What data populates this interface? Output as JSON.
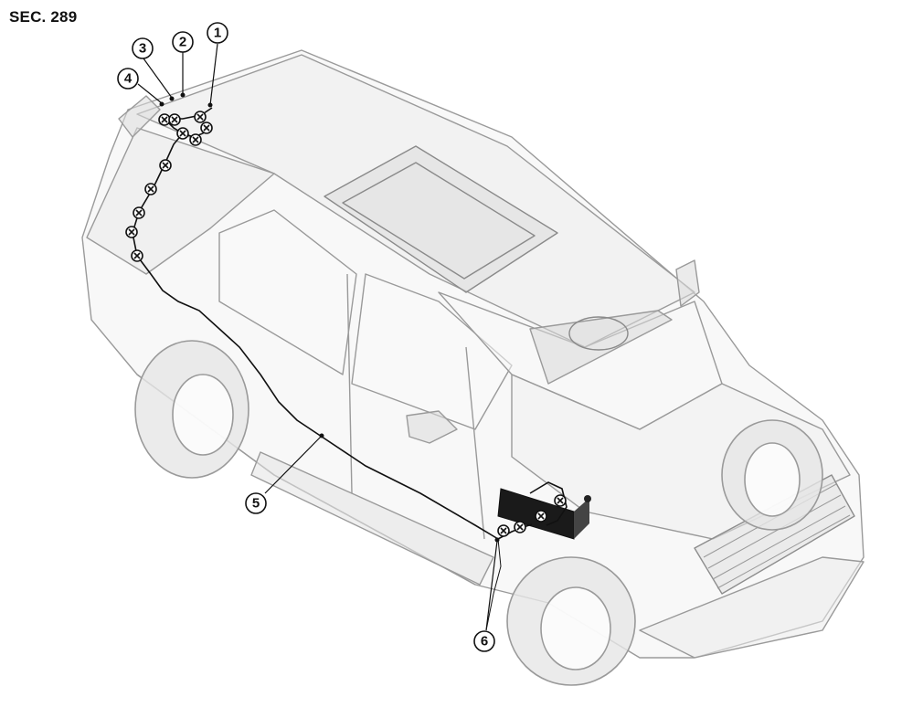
{
  "title": "SEC. 289",
  "callouts": [
    "1",
    "2",
    "3",
    "4",
    "5",
    "6"
  ]
}
